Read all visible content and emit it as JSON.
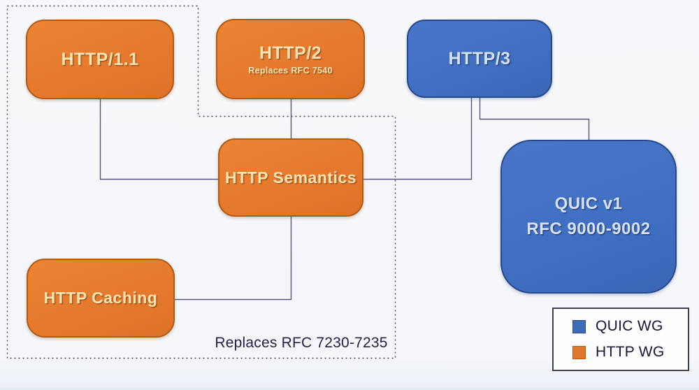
{
  "nodes": {
    "http11": {
      "label": "HTTP/1.1"
    },
    "http2": {
      "label": "HTTP/2",
      "sublabel": "Replaces RFC 7540"
    },
    "http3": {
      "label": "HTTP/3"
    },
    "semantics": {
      "label": "HTTP Semantics"
    },
    "caching": {
      "label": "HTTP Caching"
    },
    "quic": {
      "label": "QUIC v1",
      "sublabel": "RFC 9000-9002"
    }
  },
  "edges": [
    {
      "from": "http11",
      "to": "semantics"
    },
    {
      "from": "http2",
      "to": "semantics"
    },
    {
      "from": "http3",
      "to": "semantics"
    },
    {
      "from": "http3",
      "to": "quic"
    },
    {
      "from": "semantics",
      "to": "caching"
    }
  ],
  "annotation": {
    "text": "Replaces RFC 7230-7235"
  },
  "legend": {
    "items": [
      {
        "label": "QUIC WG",
        "color": "#3e6db8"
      },
      {
        "label": "HTTP WG",
        "color": "#e0772f"
      }
    ]
  },
  "colors": {
    "http_wg_fill": "#e57a2e",
    "http_wg_border": "#b05a15",
    "http_wg_text": "#f8e3b5",
    "quic_wg_fill": "#426fc1",
    "quic_wg_border": "#26488c",
    "quic_wg_text": "#d8e2f5",
    "connector": "#56577a",
    "dashed_boundary": "#3f4055",
    "background": "#f6f7fa"
  }
}
